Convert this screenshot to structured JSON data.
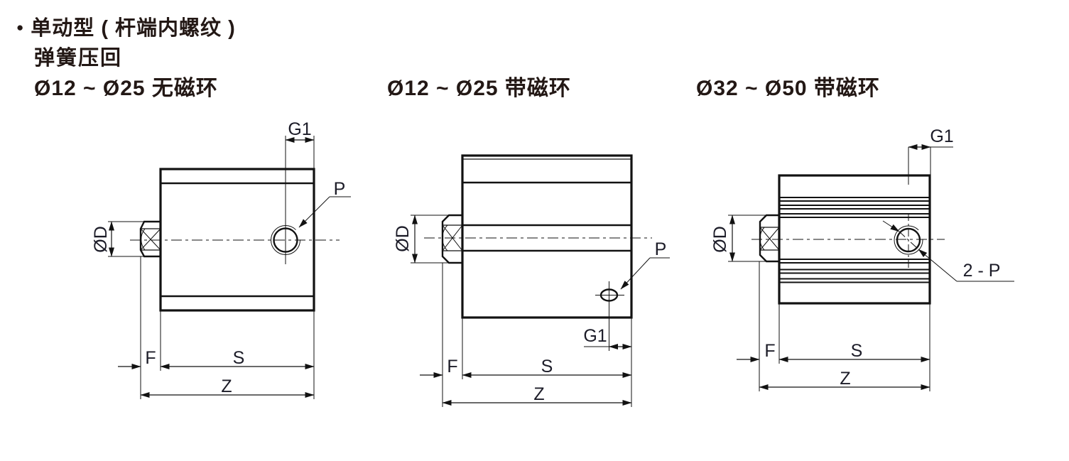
{
  "header": {
    "bullet": "●",
    "title": "单动型 ( 杆端内螺纹 )",
    "subtitle": "弹簧压回"
  },
  "diagrams": [
    {
      "heading": "Ø12 ~ Ø25 无磁环",
      "labels": {
        "g1": "G1",
        "p": "P",
        "od": "ØD",
        "f": "F",
        "s": "S",
        "z": "Z"
      }
    },
    {
      "heading": "Ø12 ~ Ø25 带磁环",
      "labels": {
        "g1": "G1",
        "p": "P",
        "od": "ØD",
        "f": "F",
        "s": "S",
        "z": "Z"
      }
    },
    {
      "heading": "Ø32 ~ Ø50 带磁环",
      "labels": {
        "g1": "G1",
        "p": "2 - P",
        "od": "ØD",
        "f": "F",
        "s": "S",
        "z": "Z"
      }
    }
  ],
  "colors": {
    "background": "#ffffff",
    "line": "#121212",
    "label": "#1c1c28",
    "heading": "#231815"
  }
}
